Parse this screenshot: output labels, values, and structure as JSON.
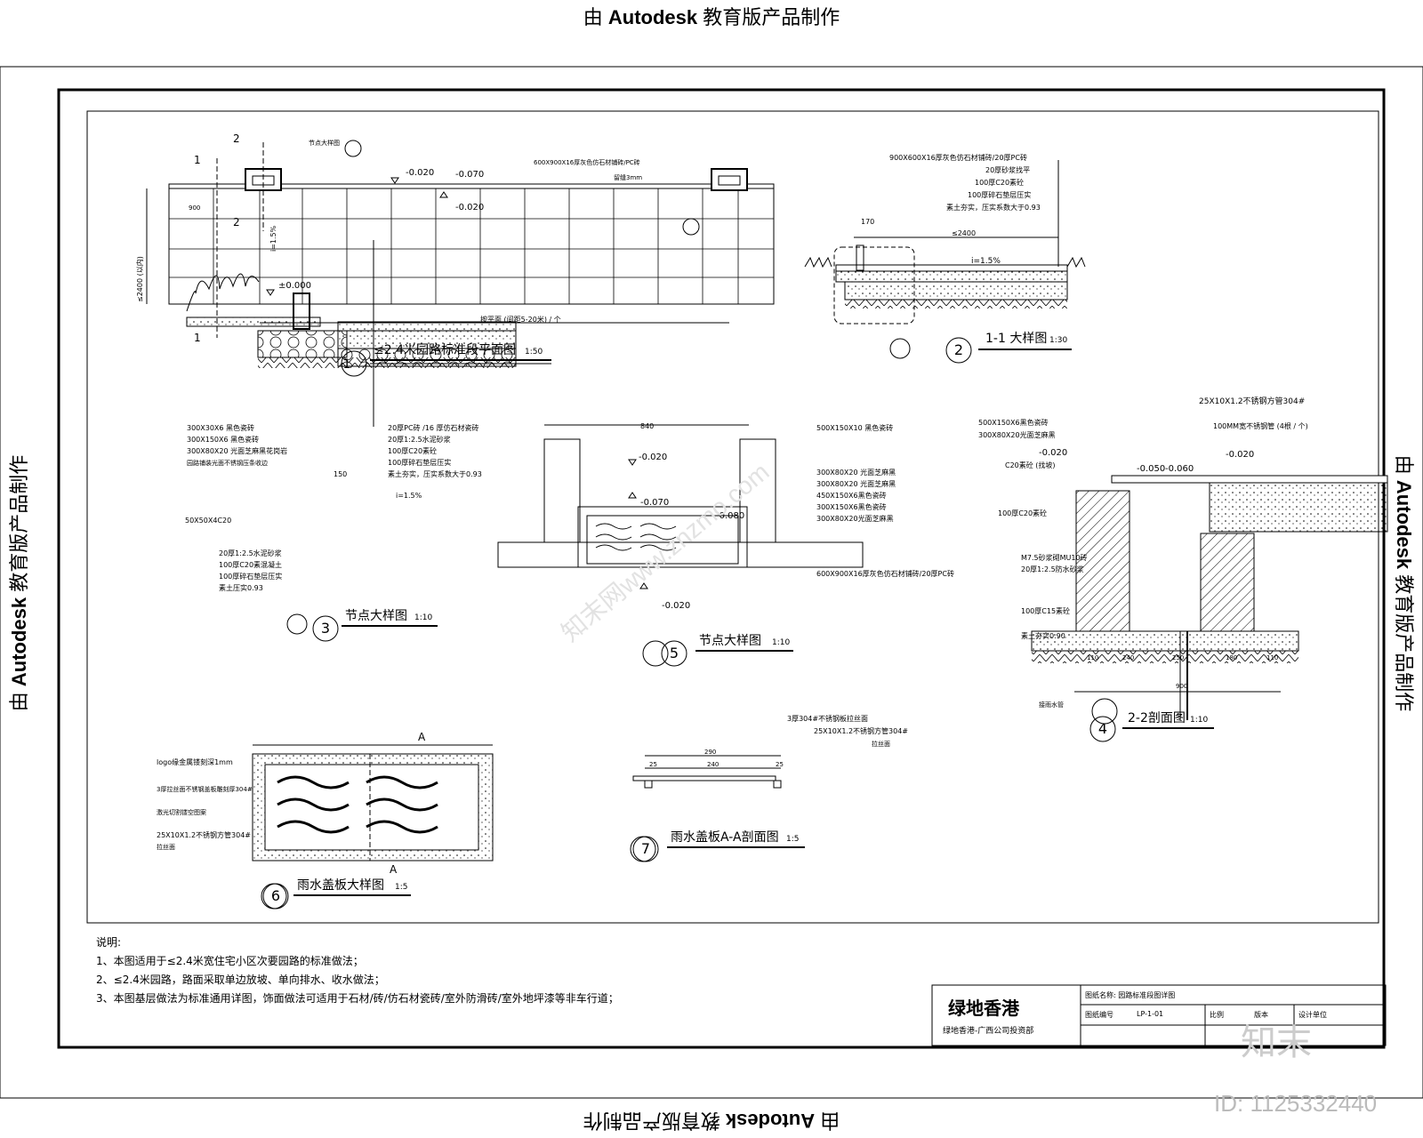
{
  "stamp": {
    "prefix": "由 ",
    "brand": "Autodesk",
    "suffix": " 教育版产品制作"
  },
  "views": [
    {
      "num": "1",
      "title": "≤2.4米园路标准段平面图",
      "scale": "1:50"
    },
    {
      "num": "2",
      "title": "1-1 大样图",
      "scale": "1:30"
    },
    {
      "num": "3",
      "title": "节点大样图",
      "scale": "1:10"
    },
    {
      "num": "4",
      "title": "2-2剖面图",
      "scale": "1:10"
    },
    {
      "num": "5",
      "title": "节点大样图",
      "scale": "1:10"
    },
    {
      "num": "6",
      "title": "雨水盖板大样图",
      "scale": "1:5"
    },
    {
      "num": "7",
      "title": "雨水盖板A-A剖面图",
      "scale": "1:5"
    }
  ],
  "plan": {
    "level_a": "-0.020",
    "level_b": "-0.070",
    "level_c": "-0.020",
    "level_0": "±0.000",
    "slope": "i=1.5%",
    "tile": "600X900X16厚灰色仿石材铺砖/PC砖",
    "joint": "留缝3mm",
    "width": "≤2400 (以内)",
    "span": "按平面 (间距5-20米) / 个",
    "dim_900": "900",
    "node_tag": "节点大样图",
    "sec1": "1",
    "sec2": "2"
  },
  "d2": {
    "layers": [
      "900X600X16厚灰色仿石材铺砖/20厚PC砖",
      "20厚砂浆找平",
      "100厚C20素砼",
      "100厚碎石垫层压实",
      "素土夯实，压实系数大于0.93"
    ],
    "w": "≤2400",
    "slope": "i=1.5%",
    "d170": "170"
  },
  "d3": {
    "left": [
      "300X30X6  黑色瓷砖",
      "300X150X6 黑色瓷砖",
      "300X80X20 光面芝麻黑花岗岩",
      "园路铺装光面不锈钢压条收边"
    ],
    "right": [
      "20厚PC砖 /16 厚仿石材瓷砖",
      "20厚1:2.5水泥砂浆",
      "100厚C20素砼",
      "100厚碎石垫层压实",
      "素土夯实，压实系数大于0.93"
    ],
    "bottom": [
      "20厚1:2.5水泥砂浆",
      "100厚C20素混凝土",
      "100厚碎石垫层压实",
      "素土压实0.93"
    ],
    "curb": "50X50X4C20",
    "slope": "i=1.5%",
    "d150": "150"
  },
  "d5": {
    "labels": [
      "500X150X10  黑色瓷砖",
      "300X80X20 光面芝麻黑",
      "300X80X20 光面芝麻黑",
      "450X150X6黑色瓷砖",
      "300X150X6黑色瓷砖",
      "300X80X20光面芝麻黑"
    ],
    "paving": "600X900X16厚灰色仿石材铺砖/20厚PC砖",
    "lv1": "-0.020",
    "lv2": "-0.070",
    "lv3": "-0.080",
    "lv4": "-0.020",
    "w": "840"
  },
  "d4": {
    "top": [
      "25X10X1.2不锈钢方管304#",
      "100MM宽不锈钢管 (4根 / 个)"
    ],
    "left": [
      "500X150X6黑色瓷砖",
      "300X80X20光面芝麻黑",
      "C20素砼 (找坡)",
      "100厚C20素砼",
      "M7.5砂浆砌MU10砖",
      "20厚1:2.5防水砂浆",
      "100厚C15素砼",
      "素土夯实0.90"
    ],
    "lv1": "-0.020",
    "lv2": "-0.050",
    "lv3": "-0.060",
    "lv4": "-0.020",
    "dims": [
      "110",
      "240",
      "250",
      "180",
      "110"
    ],
    "total": "900",
    "pipe": "接雨水管"
  },
  "d6": {
    "labels": [
      "logo缘金属镂刻深1mm",
      "3厚拉丝面不锈钢盖板雕刻厚304#",
      "激光切割镂空图案",
      "25X10X1.2不锈钢方管304#",
      "拉丝面"
    ],
    "sec": "A"
  },
  "d7": {
    "labels": [
      "3厚304#不锈钢板拉丝面",
      "25X10X1.2不锈钢方管304#",
      "拉丝面"
    ],
    "dims": [
      "290",
      "240",
      "25",
      "25"
    ]
  },
  "notes": {
    "title": "说明:",
    "lines": [
      "1、本图适用于≤2.4米宽住宅小区次要园路的标准做法；",
      "2、≤2.4米园路，路面采取单边放坡、单向排水、收水做法；",
      "3、本图基层做法为标准通用详图，饰面做法可适用于石材/砖/仿石材瓷砖/室外防滑砖/室外地坪漆等非车行道；"
    ]
  },
  "titleblock": {
    "logo": "绿地香港",
    "company": "绿地香港-广西公司投资部",
    "name": "图纸名称: 园路标准段图详图",
    "code": "LP-1-01",
    "f1": "图纸编号",
    "f2": "比例",
    "f3": "版本",
    "f4": "设计单位"
  },
  "watermark": {
    "brand": "知末",
    "id": "ID: 1125332440",
    "site": "知末网www.znzmo.com"
  }
}
